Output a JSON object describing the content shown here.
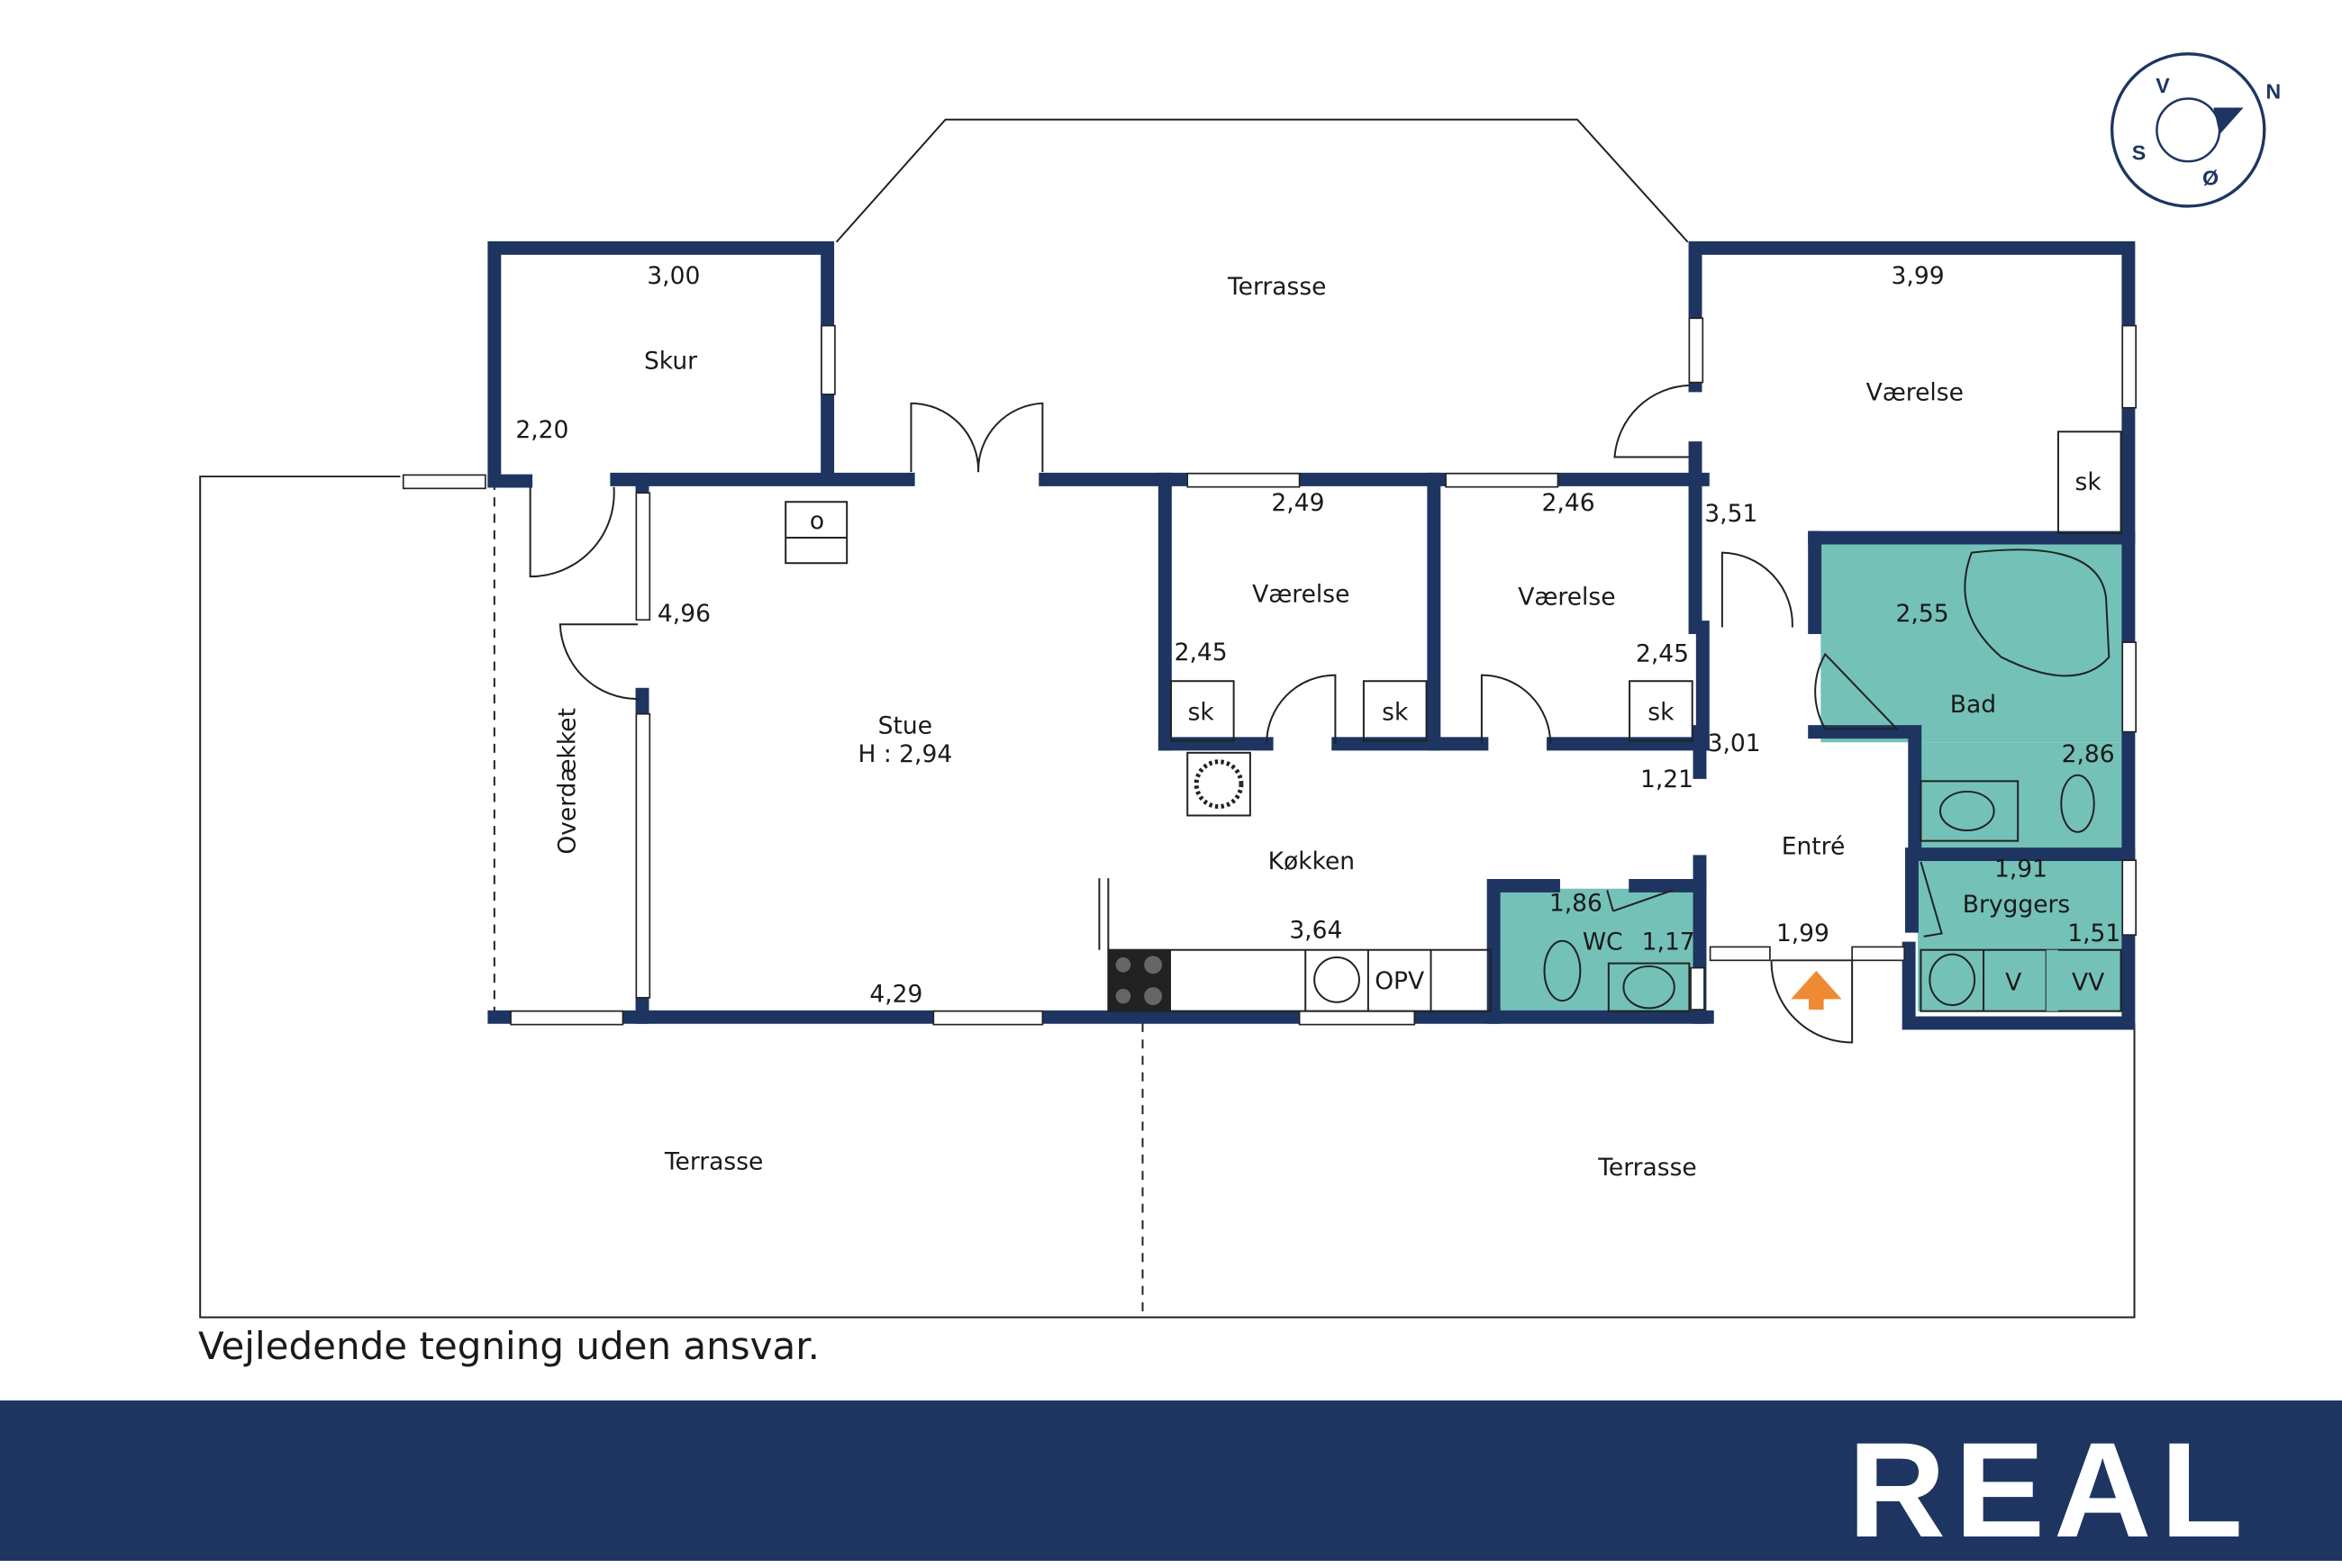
{
  "compass": {
    "v": "V",
    "n": "N",
    "s": "S",
    "o": "Ø"
  },
  "rooms": {
    "terrasse_top": "Terrasse",
    "skur": "Skur",
    "vaerelse_ne": "Værelse",
    "stue": "Stue",
    "stue_height": "H : 2,94",
    "vaerelse_1": "Værelse",
    "vaerelse_2": "Værelse",
    "koekken": "Køkken",
    "entre": "Entré",
    "bad": "Bad",
    "bryggers": "Bryggers",
    "wc": "WC",
    "overdaekket": "Overdækket",
    "terrasse_sw": "Terrasse",
    "terrasse_se": "Terrasse"
  },
  "dims": {
    "skur_w": "3,00",
    "skur_h": "2,20",
    "vaer_ne_w": "3,99",
    "vaer_ne_h": "3,51",
    "stue_h": "4,96",
    "stue_w": "4,29",
    "v1_w": "2,49",
    "v1_h": "2,45",
    "v2_w": "2,46",
    "v2_h": "2,45",
    "entre_h": "3,01",
    "entre_s": "1,21",
    "bad_w": "2,55",
    "bad_h": "2,86",
    "bryg_w": "1,91",
    "bryg_h": "1,51",
    "wc_w": "1,86",
    "wc_h": "1,17",
    "entre_w": "1,99",
    "kitchen_w": "3,64"
  },
  "fixtures": {
    "sk": "sk",
    "opv": "OPV",
    "v": "V",
    "vv": "VV",
    "o": "o"
  },
  "disclaimer": "Vejledende tegning uden ansvar.",
  "brand": "REAL",
  "colors": {
    "navy": "#1d3560",
    "teal": "#74c1b8",
    "orange": "#ef8a34"
  }
}
